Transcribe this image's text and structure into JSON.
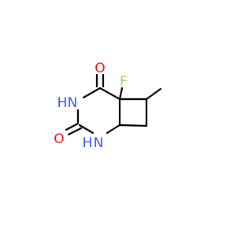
{
  "molecule": {
    "atoms": [
      {
        "id": "O1",
        "label": "O",
        "color": "#ff0d0d"
      },
      {
        "id": "F",
        "label": "F",
        "color": "#90e050"
      },
      {
        "id": "N1",
        "label": "N",
        "color": "#3050f8"
      },
      {
        "id": "O2",
        "label": "O",
        "color": "#ff0d0d"
      },
      {
        "id": "N2",
        "label": "N",
        "color": "#3050f8"
      }
    ],
    "bond_color": "#000000"
  }
}
